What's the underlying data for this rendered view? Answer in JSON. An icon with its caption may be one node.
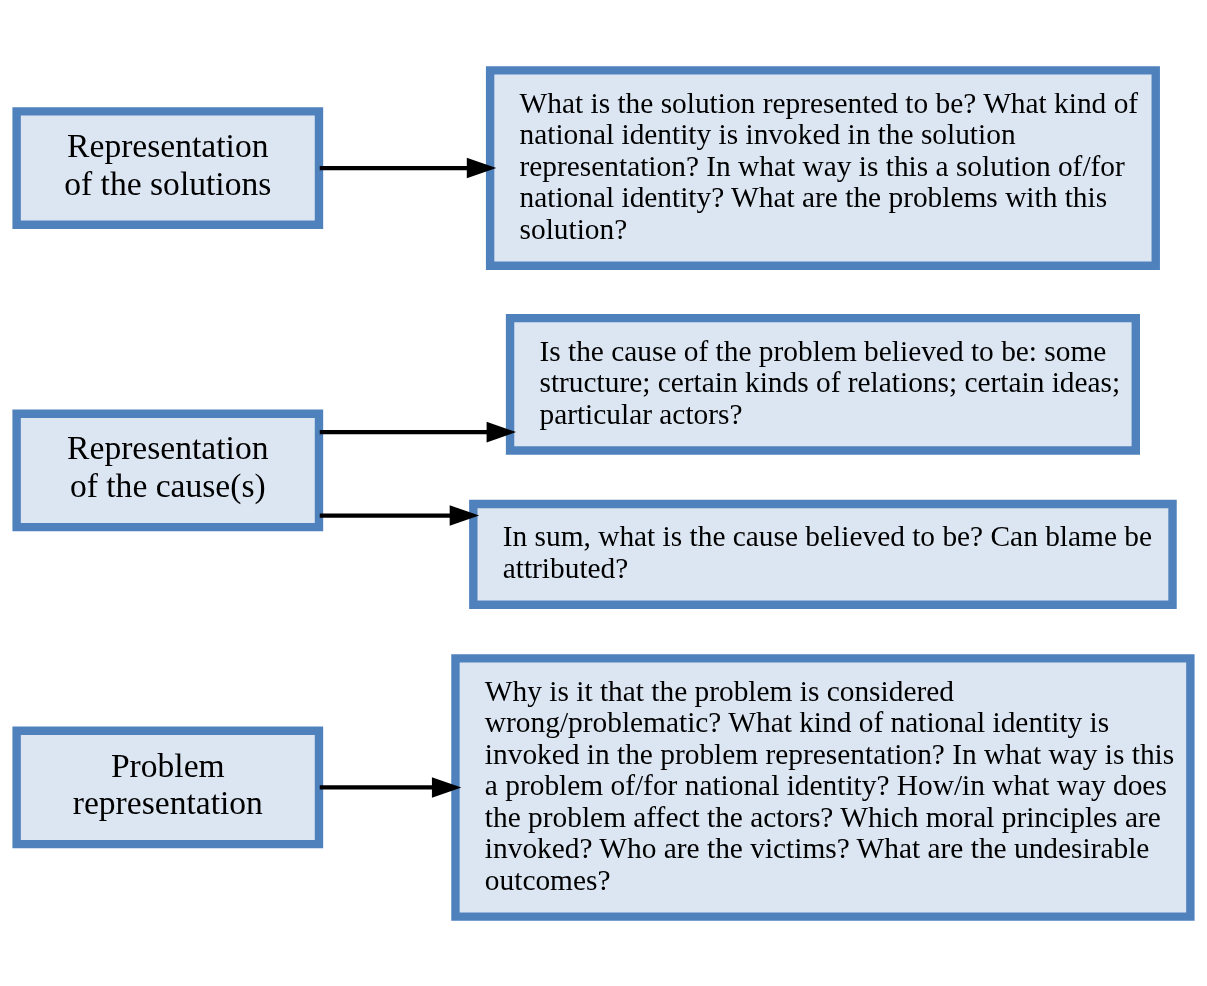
{
  "diagram": {
    "nodes": [
      {
        "text": [
          "Problem representation"
        ]
      },
      {
        "text": [
          "Why is it that the problem is considered wrong/problematic? What kind of national identity is invoked in the problem representation? In what way is this a problem of/for national identity? How/in what way does the problem affect the actors? Which moral principles are invoked? Who are the victims? What are the undesirable outcomes?"
        ]
      },
      {
        "text": [
          "Representation of the cause(s)"
        ]
      },
      {
        "text": [
          "Is the cause of the problem believed to be: some structure; certain kinds of relations; certain ideas; particular actors?"
        ]
      },
      {
        "text": [
          "In sum, what is the cause believed to be? Can blame be attributed?"
        ]
      },
      {
        "text": [
          "Representation of the solutions"
        ]
      },
      {
        "text": [
          "What is the solution represented to be? What kind of national identity is invoked in the solution representation? In what way is this a solution of/for national identity? What are the problems with this solution?"
        ]
      }
    ],
    "edges": [
      {
        "from": 0,
        "to": 1,
        "arrow": "to"
      },
      {
        "from": 2,
        "to": 3,
        "arrow": "to"
      },
      {
        "from": 2,
        "to": 4,
        "arrow": "to"
      },
      {
        "from": 5,
        "to": 6,
        "arrow": "to"
      }
    ]
  }
}
